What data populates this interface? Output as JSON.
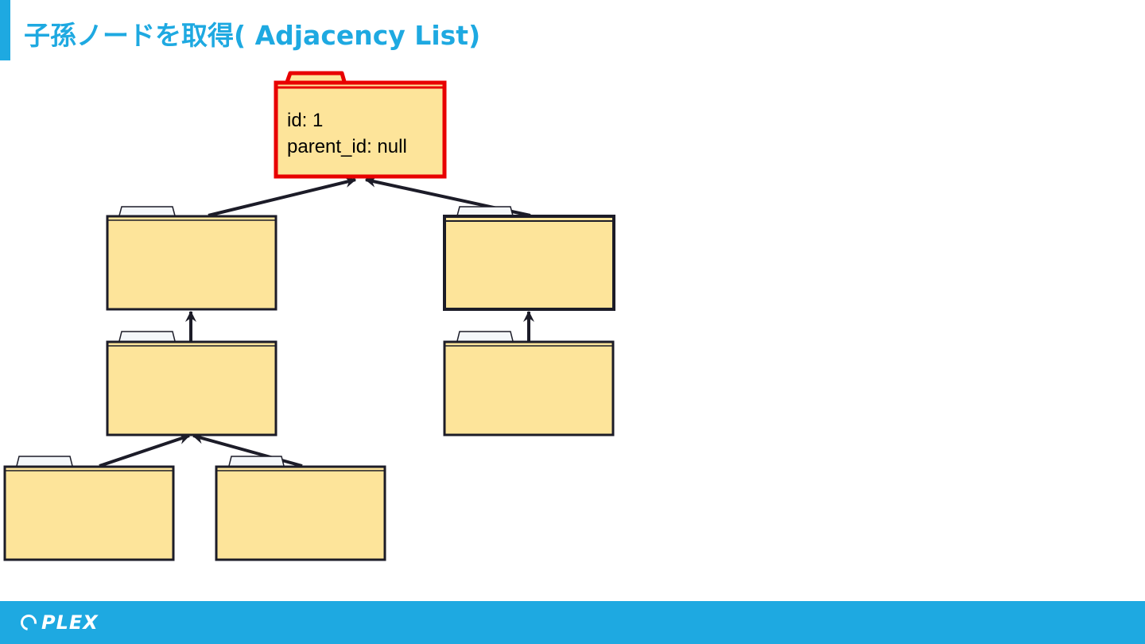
{
  "slide": {
    "title": "子孫ノードを取得( Adjacency List)"
  },
  "diagram": {
    "root_node": {
      "line1": "id: 1",
      "line2": "parent_id: null"
    }
  },
  "footer": {
    "logo_text": "PLEX"
  },
  "colors": {
    "accent": "#1ea9e1",
    "folder_fill": "#fde49a",
    "folder_tab": "#f4f7fa",
    "root_border": "#e80000",
    "edge": "#1c1c28"
  }
}
